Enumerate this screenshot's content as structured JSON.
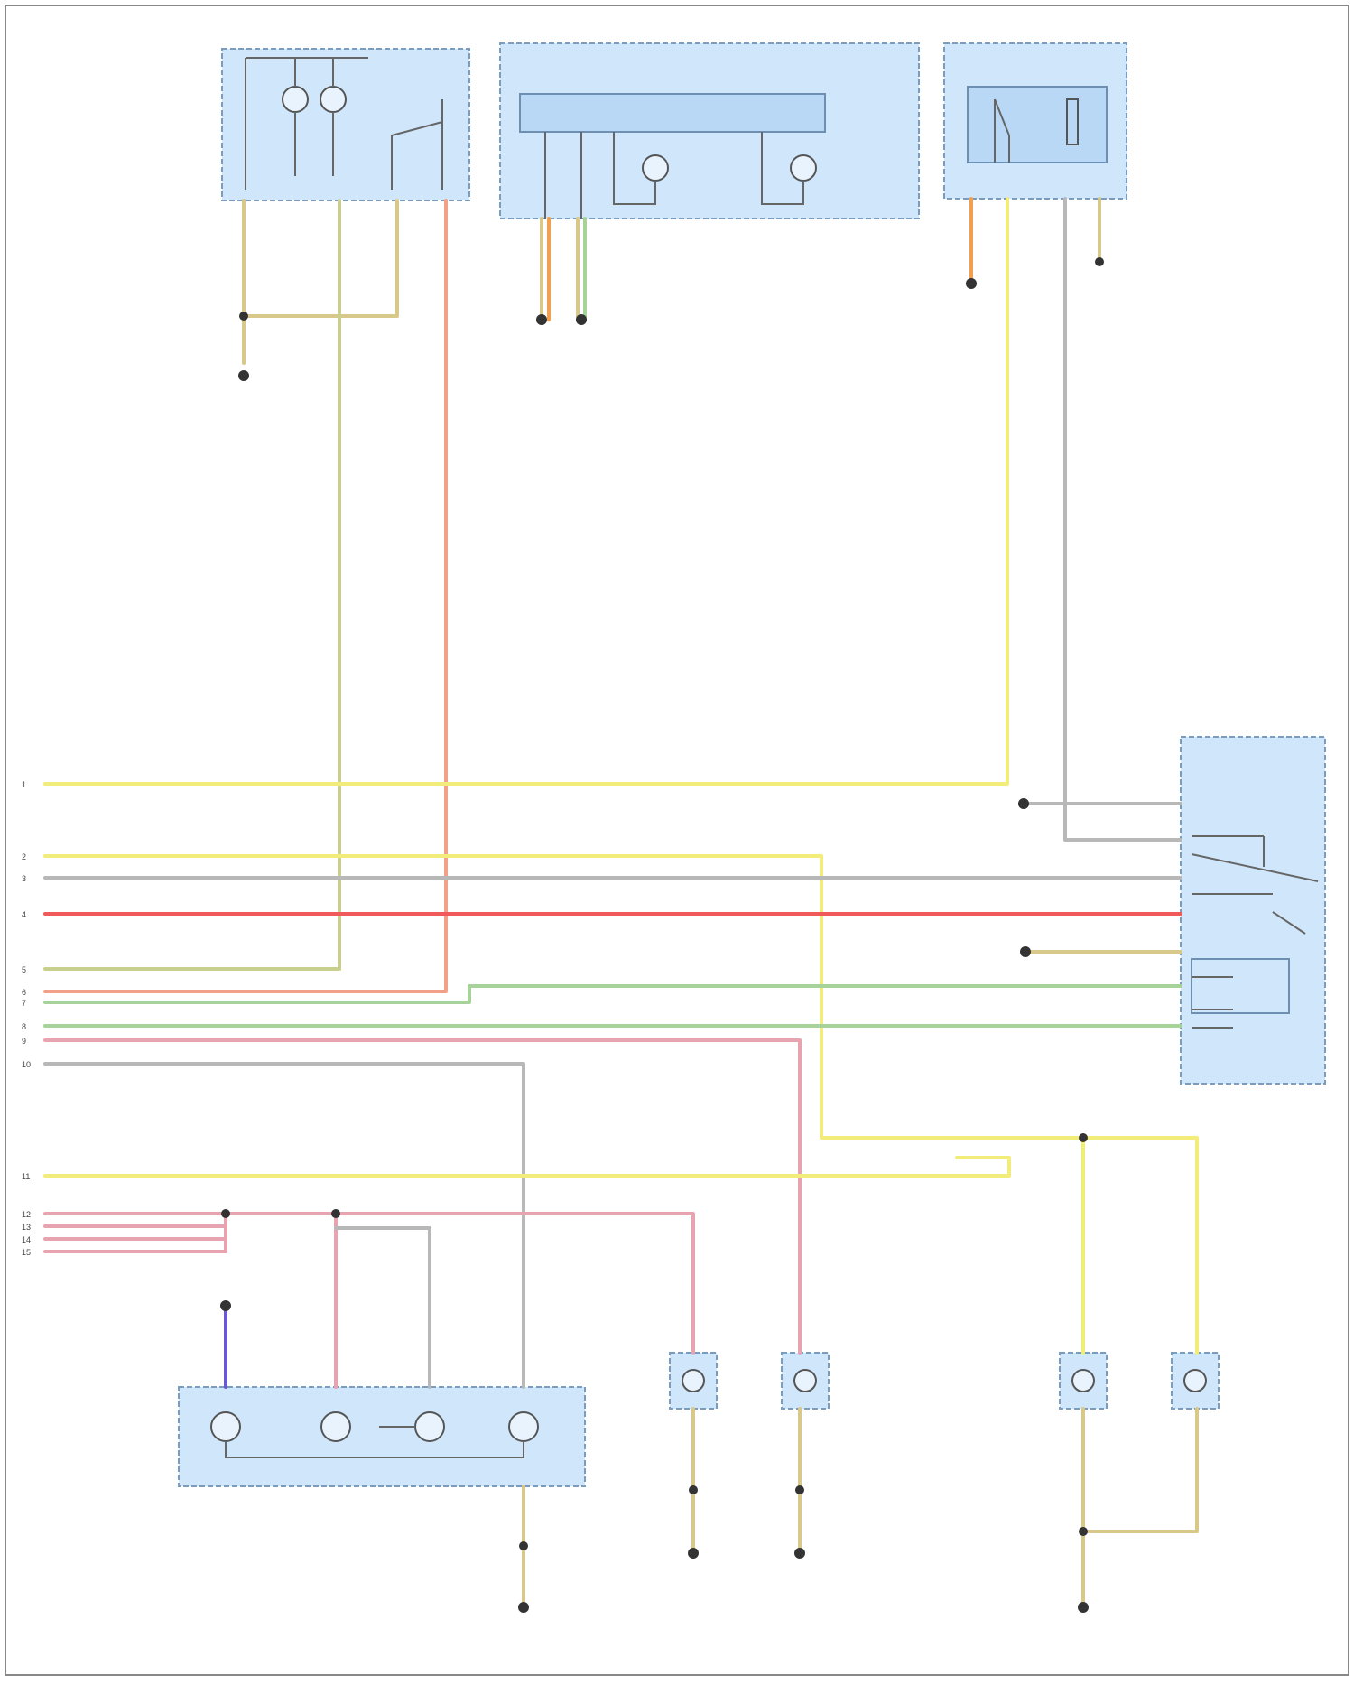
{
  "components": {
    "top_left_module": {
      "label": ""
    },
    "top_center_module": {
      "label": "",
      "sub_label": ""
    },
    "top_right_switch": {
      "label": ""
    },
    "right_multifunction_switch": {
      "label": "",
      "footer": ""
    },
    "bottom_left_cluster": {
      "label": ""
    },
    "bottom_mid_lamp_1": {
      "label": ""
    },
    "bottom_mid_lamp_2": {
      "label": ""
    },
    "bottom_right_lamp_1": {
      "label": ""
    },
    "bottom_right_lamp_2": {
      "label": ""
    }
  },
  "connector_numbers": [
    "1",
    "2",
    "3",
    "4",
    "5",
    "6",
    "7",
    "8",
    "9",
    "10",
    "11",
    "12",
    "13",
    "14",
    "15"
  ],
  "colors": {
    "yellow": "#f2ec7a",
    "tan": "#d8c98a",
    "olive": "#c9cf8d",
    "red": "#f05a5a",
    "salmon": "#f2a08a",
    "pink": "#e8a3b0",
    "green": "#a7d39b",
    "orange": "#f0a050",
    "grey": "#b8b8b8",
    "purple": "#6a5acd",
    "component_fill": "#cfe6fb"
  },
  "footer_code": ""
}
